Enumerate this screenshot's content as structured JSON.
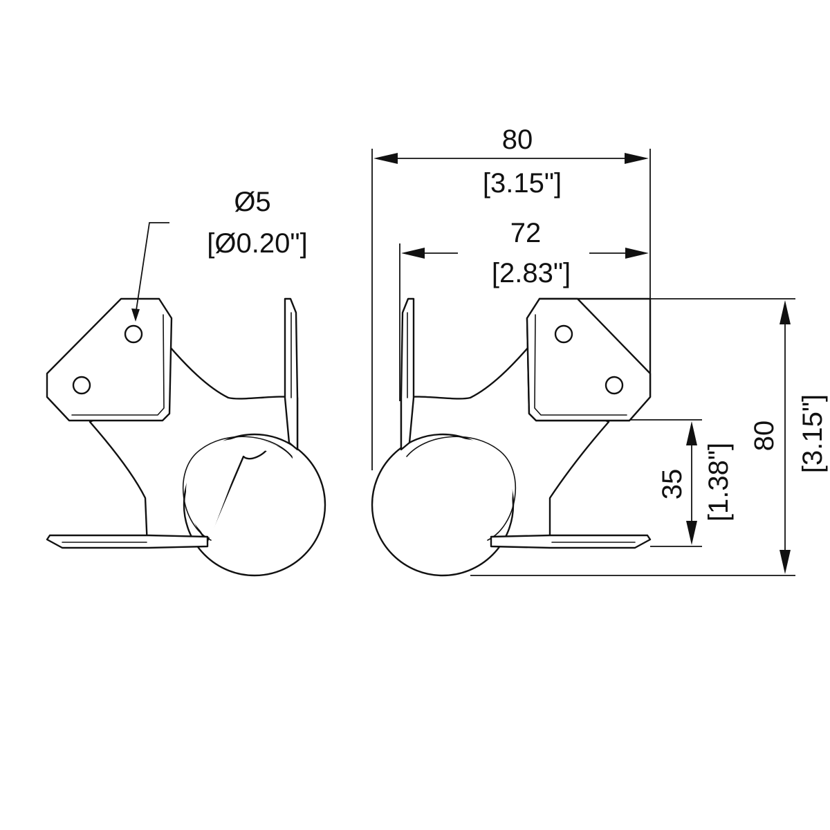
{
  "diagram": {
    "hole_diameter_mm": "Ø5",
    "hole_diameter_in": "[Ø0.20\"]",
    "overall_width_mm": "80",
    "overall_width_in": "[3.15\"]",
    "inner_width_mm": "72",
    "inner_width_in": "[2.83\"]",
    "overall_height_mm": "80",
    "overall_height_in": "[3.15\"]",
    "ball_height_mm": "35",
    "ball_height_in": "[1.38\"]"
  }
}
